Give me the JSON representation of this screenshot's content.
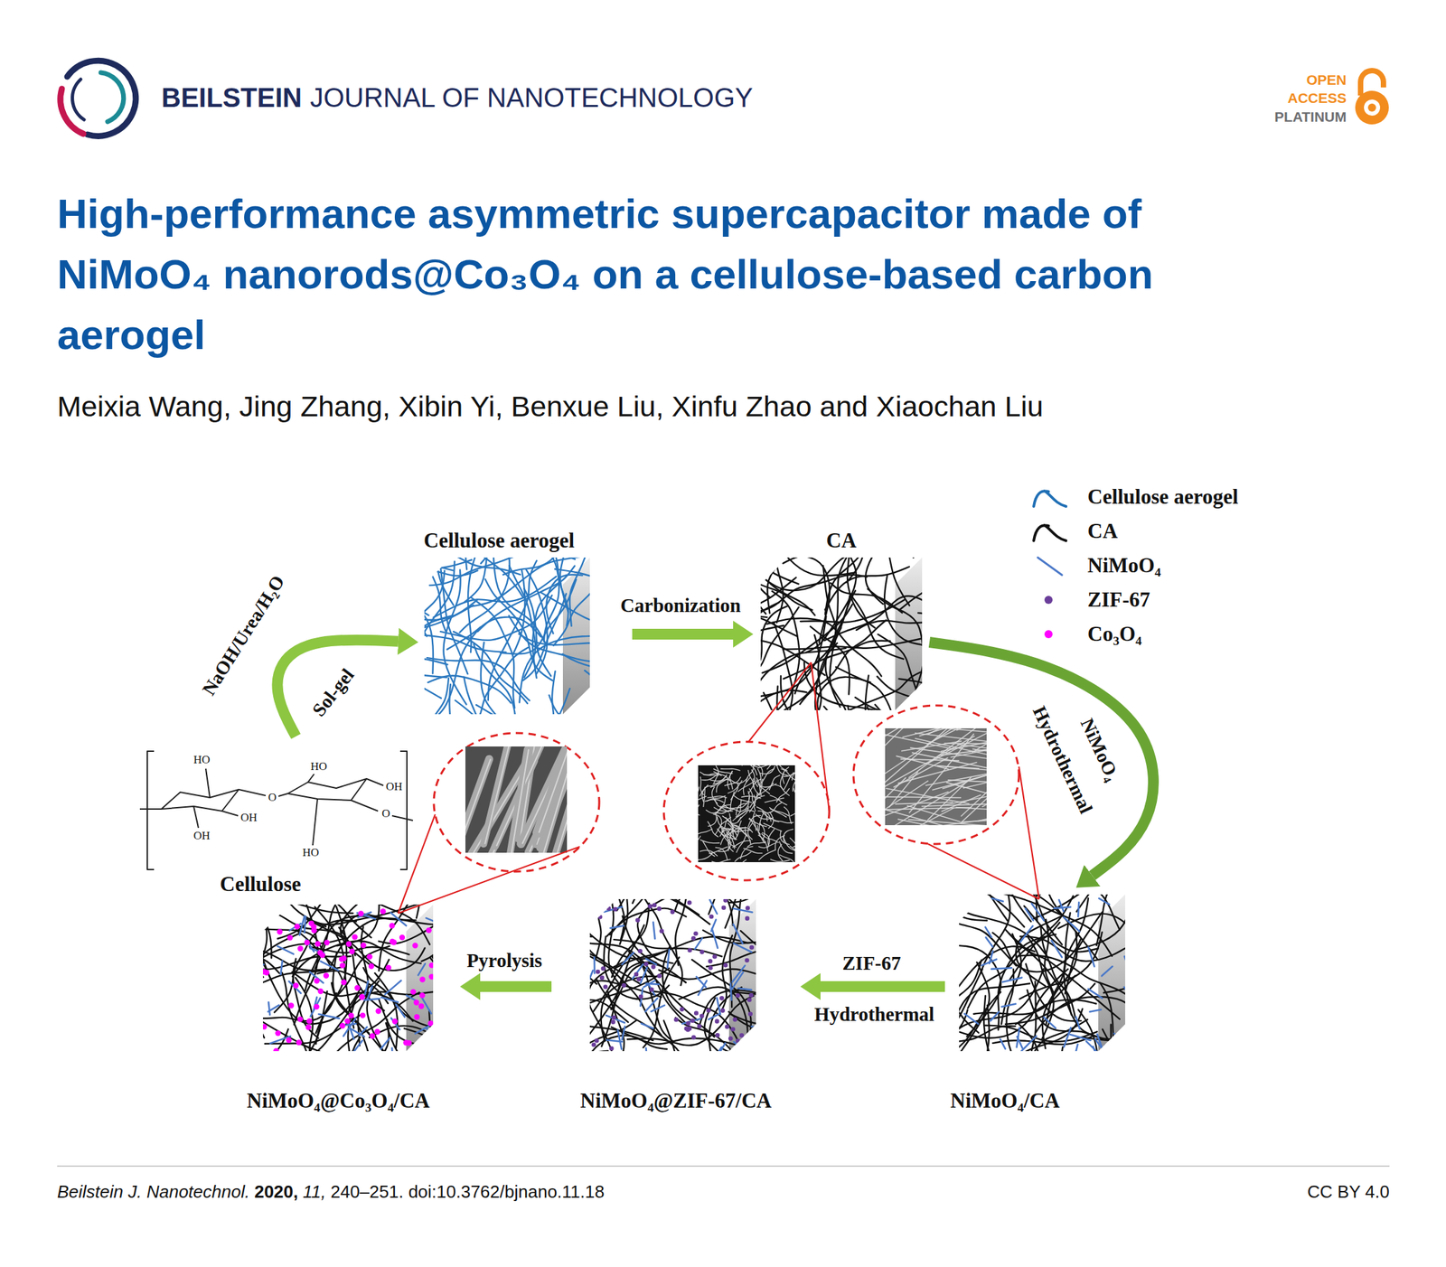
{
  "diagram": {
    "title": "High-performance asymmetric supercapacitor made of NiMoO₄ nanorods@Co₃O₄ on a cellulose-based carbon aerogel",
    "nodes": [
      {
        "text": [
          "Cellulose"
        ]
      },
      {
        "text": [
          "Cellulose aerogel"
        ]
      },
      {
        "text": [
          "CA"
        ]
      },
      {
        "text": [
          "NiMoO₄/CA"
        ]
      },
      {
        "text": [
          "NiMoO₄@ZIF-67/CA"
        ]
      },
      {
        "text": [
          "NiMoO₄@Co₃O₄/CA"
        ]
      }
    ],
    "edges": [
      {
        "from": 0,
        "to": 1,
        "arrow": "to",
        "label": "NaOH/Urea/H₂O"
      },
      {
        "from": 1,
        "to": 2,
        "arrow": "to",
        "label": "Carbonization"
      },
      {
        "from": 2,
        "to": 3,
        "arrow": "to",
        "label": "Hydrothermal"
      },
      {
        "from": 3,
        "to": 4,
        "arrow": "to",
        "label": "ZIF-67"
      },
      {
        "from": 4,
        "to": 5,
        "arrow": "to",
        "label": "Pyrolysis"
      }
    ],
    "labels": [
      "BEILSTEIN",
      "JOURNAL OF NANOTECHNOLOGY",
      "OPEN",
      "ACCESS",
      "PLATINUM",
      "Meixia Wang, Jing Zhang, Xibin Yi, Benxue Liu, Xinfu Zhao and Xiaochan Liu",
      "Sol-gel",
      "NiMoO₄",
      "Hydrothermal",
      "HO",
      "OH",
      "OH",
      "O",
      "HO",
      "OH",
      "O",
      "HO",
      "Beilstein J. Nanotechnol.",
      "2020,",
      "11,",
      "240–251. doi:10.3762/bjnano.11.18",
      "CC BY 4.0"
    ],
    "legend": [
      {
        "text": "Cellulose aerogel"
      },
      {
        "text": "CA"
      },
      {
        "text": "NiMoO₄"
      },
      {
        "text": "ZIF-67",
        "color": "#6a3d9a"
      },
      {
        "text": "Co₃O₄",
        "color": "#ff00ff"
      }
    ]
  }
}
